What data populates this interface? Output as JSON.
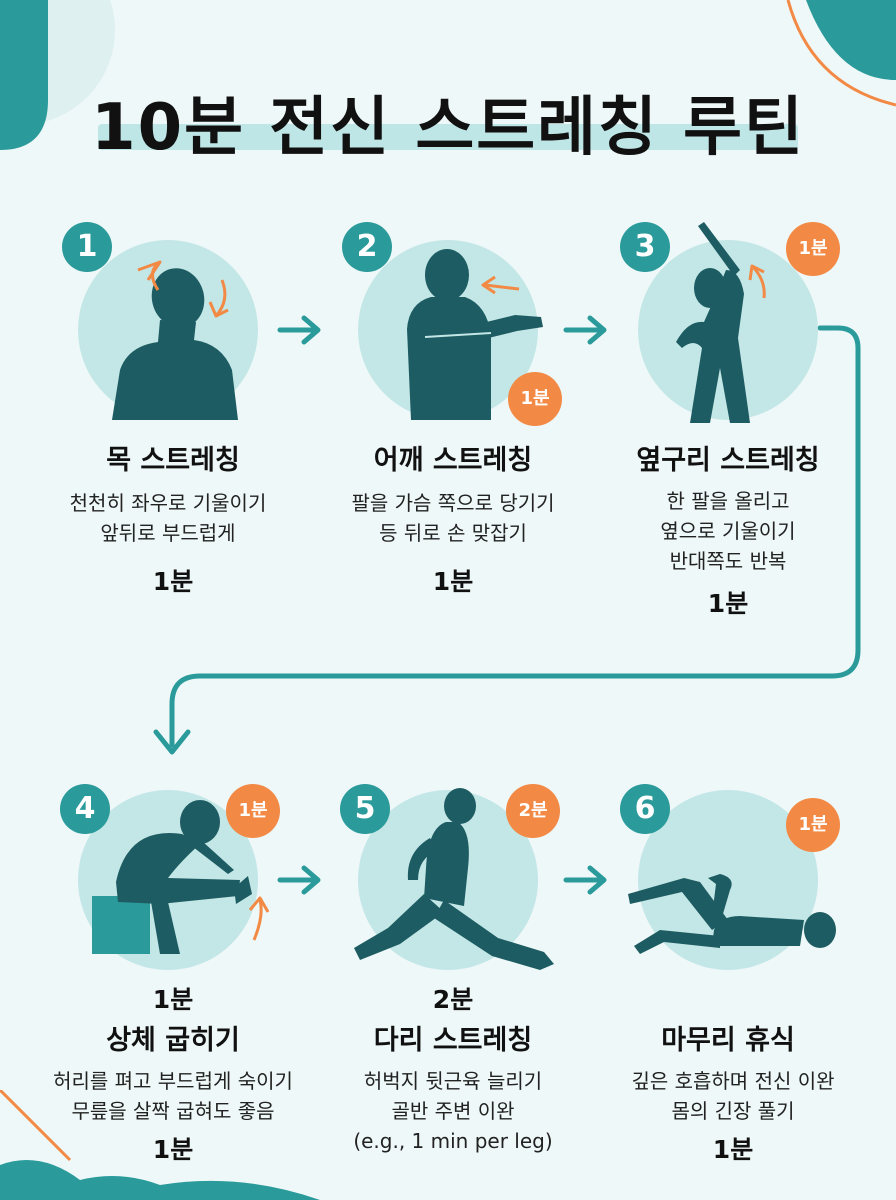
{
  "title": "10분 전신 스트레칭 루틴",
  "colors": {
    "teal": "#2a9a9a",
    "light_teal": "#c3e6e6",
    "orange": "#f28a45",
    "dark_figure": "#1d5c62",
    "background": "#eef8f8"
  },
  "steps": [
    {
      "number": "1",
      "name": "목 스트레칭",
      "desc1": "천천히 좌우로 기울이기",
      "desc2": "앞뒤로 부드럽게",
      "duration": "1분",
      "badge": ""
    },
    {
      "number": "2",
      "name": "어깨 스트레칭",
      "desc1": "팔을 가슴 쪽으로 당기기",
      "desc2": "등 뒤로 손 맞잡기",
      "duration": "1분",
      "badge": "1분"
    },
    {
      "number": "3",
      "name": "옆구리 스트레칭",
      "desc1": "한 팔을 올리고",
      "desc2": "옆으로 기울이기",
      "desc3": "반대쪽도 반복",
      "duration": "1분",
      "badge": "1분"
    },
    {
      "number": "4",
      "name": "상체 굽히기",
      "desc1": "허리를 펴고 부드럽게 숙이기",
      "desc2": "무릎을 살짝 굽혀도 좋음",
      "pre_duration": "1분",
      "duration": "1분",
      "badge": "1분"
    },
    {
      "number": "5",
      "name": "다리 스트레칭",
      "desc1": "허벅지 뒷근육 늘리기",
      "desc2": "골반 주변 이완",
      "desc3": "(e.g., 1 min per leg)",
      "pre_duration": "2분",
      "badge": "2분"
    },
    {
      "number": "6",
      "name": "마무리 휴식",
      "desc1": "깊은 호흡하며 전신 이완",
      "desc2": "몸의 긴장 풀기",
      "duration": "1분",
      "badge": "1분"
    }
  ]
}
